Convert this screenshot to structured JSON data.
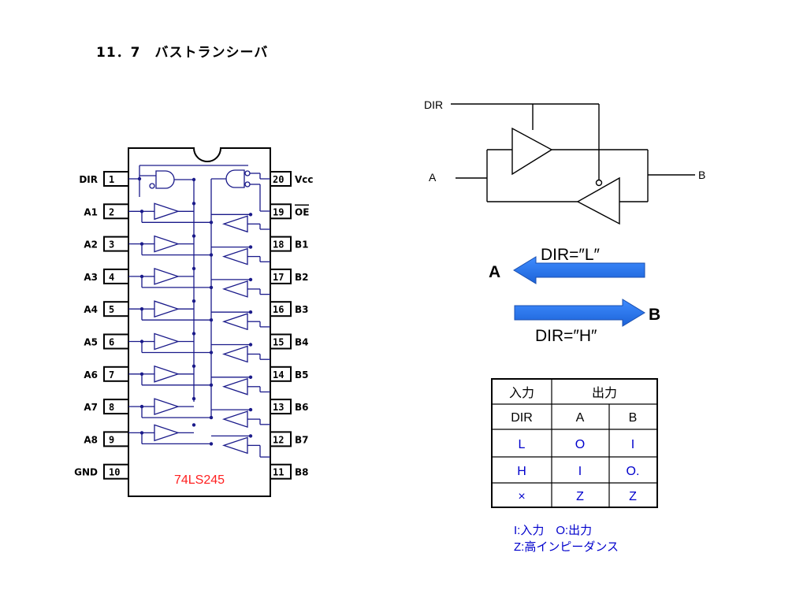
{
  "title": "11．7　バストランシーバ",
  "chip": {
    "name": "74LS245",
    "left_pins": [
      {
        "num": "1",
        "label": "DIR"
      },
      {
        "num": "2",
        "label": "A1"
      },
      {
        "num": "3",
        "label": "A2"
      },
      {
        "num": "4",
        "label": "A3"
      },
      {
        "num": "5",
        "label": "A4"
      },
      {
        "num": "6",
        "label": "A5"
      },
      {
        "num": "7",
        "label": "A6"
      },
      {
        "num": "8",
        "label": "A7"
      },
      {
        "num": "9",
        "label": "A8"
      },
      {
        "num": "10",
        "label": "GND"
      }
    ],
    "right_pins": [
      {
        "num": "20",
        "label": "Vcc"
      },
      {
        "num": "19",
        "label": "OE"
      },
      {
        "num": "18",
        "label": "B1"
      },
      {
        "num": "17",
        "label": "B2"
      },
      {
        "num": "16",
        "label": "B3"
      },
      {
        "num": "15",
        "label": "B4"
      },
      {
        "num": "14",
        "label": "B5"
      },
      {
        "num": "13",
        "label": "B6"
      },
      {
        "num": "12",
        "label": "B7"
      },
      {
        "num": "11",
        "label": "B8"
      }
    ]
  },
  "circuit": {
    "dir": "DIR",
    "a": "A",
    "b": "B"
  },
  "arrows": {
    "left": {
      "end": "A",
      "label": "DIR=″L″"
    },
    "right": {
      "end": "B",
      "label": "DIR=″H″"
    }
  },
  "truth_table": {
    "header_input": "入力",
    "header_output": "出力",
    "col_dir": "DIR",
    "col_a": "A",
    "col_b": "B",
    "rows": [
      {
        "dir": "L",
        "a": "O",
        "b": "I"
      },
      {
        "dir": "H",
        "a": "I",
        "b": "O."
      },
      {
        "dir": "×",
        "a": "Z",
        "b": "Z"
      }
    ]
  },
  "legend": {
    "line1": "I:入力　O:出力",
    "line2": "Z:高インピーダンス"
  },
  "colors": {
    "wire": "#1a1a8a",
    "chip_text": "#ff2020",
    "table_values": "#0000cc",
    "arrow": "#1e6fe8"
  }
}
